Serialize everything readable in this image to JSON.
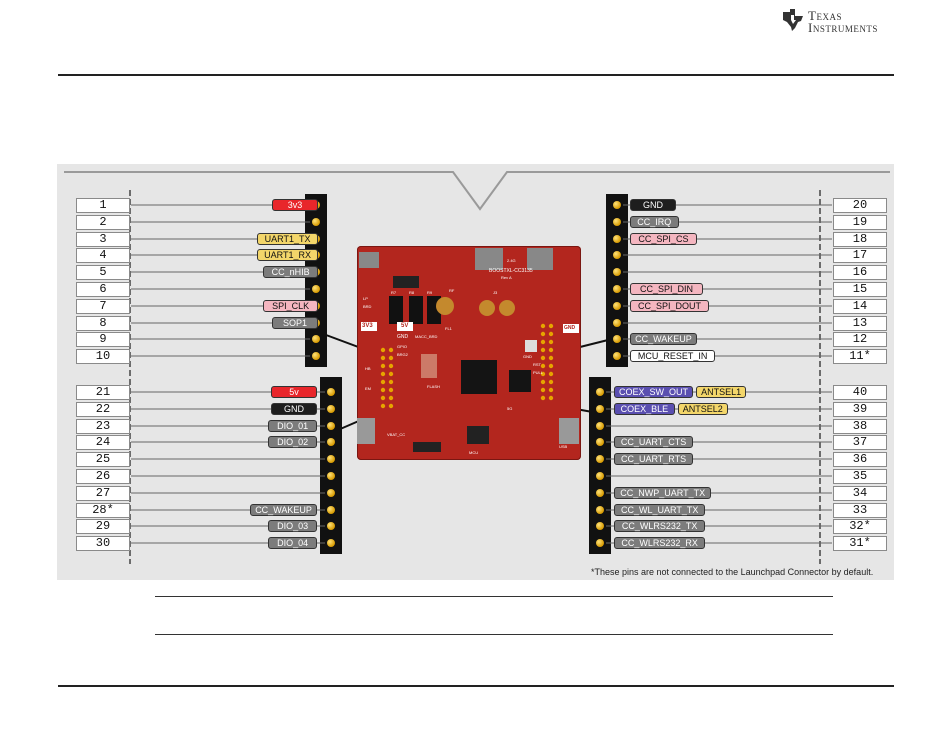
{
  "logo": {
    "line1": "Texas",
    "line2": "Instruments"
  },
  "footnote": "*These pins are not connected to the Launchpad Connector by default.",
  "board": {
    "name": "BOOSTXL-CC3135",
    "rev": "Rev A",
    "silk": [
      "3V3",
      "5V",
      "GND",
      "GPIO",
      "BRG2",
      "MACC_BRD",
      "RF",
      "FL1",
      "J3",
      "R7",
      "R8",
      "R9",
      "LP",
      "BRD",
      "2.4G",
      "GND",
      "GND",
      "RST",
      "PULL",
      "HB",
      "EM",
      "FLASH",
      "USB",
      "VBAT_CC",
      "5G",
      "MCU"
    ]
  },
  "colors": {
    "red": "#e8262b",
    "black": "#1e1e1e",
    "gray": "#7c7c7c",
    "yellow": "#f3d66a",
    "pink": "#f4b6c0",
    "purple": "#5a4fb0",
    "white": "#ffffff",
    "board": "#b3261e",
    "header": "#111111",
    "pin": "#e0a400"
  },
  "left_top": [
    {
      "pin": "1",
      "label": "3v3",
      "style": "red"
    },
    {
      "pin": "2",
      "label": "",
      "style": ""
    },
    {
      "pin": "3",
      "label": "UART1_TX",
      "style": "yellow"
    },
    {
      "pin": "4",
      "label": "UART1_RX",
      "style": "yellow"
    },
    {
      "pin": "5",
      "label": "CC_nHIB",
      "style": "gray"
    },
    {
      "pin": "6",
      "label": "",
      "style": ""
    },
    {
      "pin": "7",
      "label": "SPI_CLK",
      "style": "pink"
    },
    {
      "pin": "8",
      "label": "SOP1",
      "style": "gray"
    },
    {
      "pin": "9",
      "label": "",
      "style": ""
    },
    {
      "pin": "10",
      "label": "",
      "style": ""
    }
  ],
  "left_bottom": [
    {
      "pin": "21",
      "label": "5v",
      "style": "red"
    },
    {
      "pin": "22",
      "label": "GND",
      "style": "black"
    },
    {
      "pin": "23",
      "label": "DIO_01",
      "style": "gray"
    },
    {
      "pin": "24",
      "label": "DIO_02",
      "style": "gray"
    },
    {
      "pin": "25",
      "label": "",
      "style": ""
    },
    {
      "pin": "26",
      "label": "",
      "style": ""
    },
    {
      "pin": "27",
      "label": "",
      "style": ""
    },
    {
      "pin": "28*",
      "label": "CC_WAKEUP",
      "style": "gray"
    },
    {
      "pin": "29",
      "label": "DIO_03",
      "style": "gray"
    },
    {
      "pin": "30",
      "label": "DIO_04",
      "style": "gray"
    }
  ],
  "right_top": [
    {
      "pin": "20",
      "label": "GND",
      "style": "black"
    },
    {
      "pin": "19",
      "label": "CC_IRQ",
      "style": "gray"
    },
    {
      "pin": "18",
      "label": "CC_SPI_CS",
      "style": "pink"
    },
    {
      "pin": "17",
      "label": "",
      "style": ""
    },
    {
      "pin": "16",
      "label": "",
      "style": ""
    },
    {
      "pin": "15",
      "label": "CC_SPI_DIN",
      "style": "pink"
    },
    {
      "pin": "14",
      "label": "CC_SPI_DOUT",
      "style": "pink"
    },
    {
      "pin": "13",
      "label": "",
      "style": ""
    },
    {
      "pin": "12",
      "label": "CC_WAKEUP",
      "style": "gray"
    },
    {
      "pin": "11*",
      "label": "MCU_RESET_IN",
      "style": "white"
    }
  ],
  "right_bottom": [
    {
      "pin": "40",
      "label": "COEX_SW_OUT",
      "style": "purple",
      "extra": "ANTSEL1"
    },
    {
      "pin": "39",
      "label": "COEX_BLE",
      "style": "purple",
      "extra": "ANTSEL2"
    },
    {
      "pin": "38",
      "label": "",
      "style": ""
    },
    {
      "pin": "37",
      "label": "CC_UART_CTS",
      "style": "gray"
    },
    {
      "pin": "36",
      "label": "CC_UART_RTS",
      "style": "gray"
    },
    {
      "pin": "35",
      "label": "",
      "style": ""
    },
    {
      "pin": "34",
      "label": "CC_NWP_UART_TX",
      "style": "gray"
    },
    {
      "pin": "33",
      "label": "CC_WL_UART_TX",
      "style": "gray"
    },
    {
      "pin": "32*",
      "label": "CC_WLRS232_TX",
      "style": "gray"
    },
    {
      "pin": "31*",
      "label": "CC_WLRS232_RX",
      "style": "gray"
    }
  ]
}
